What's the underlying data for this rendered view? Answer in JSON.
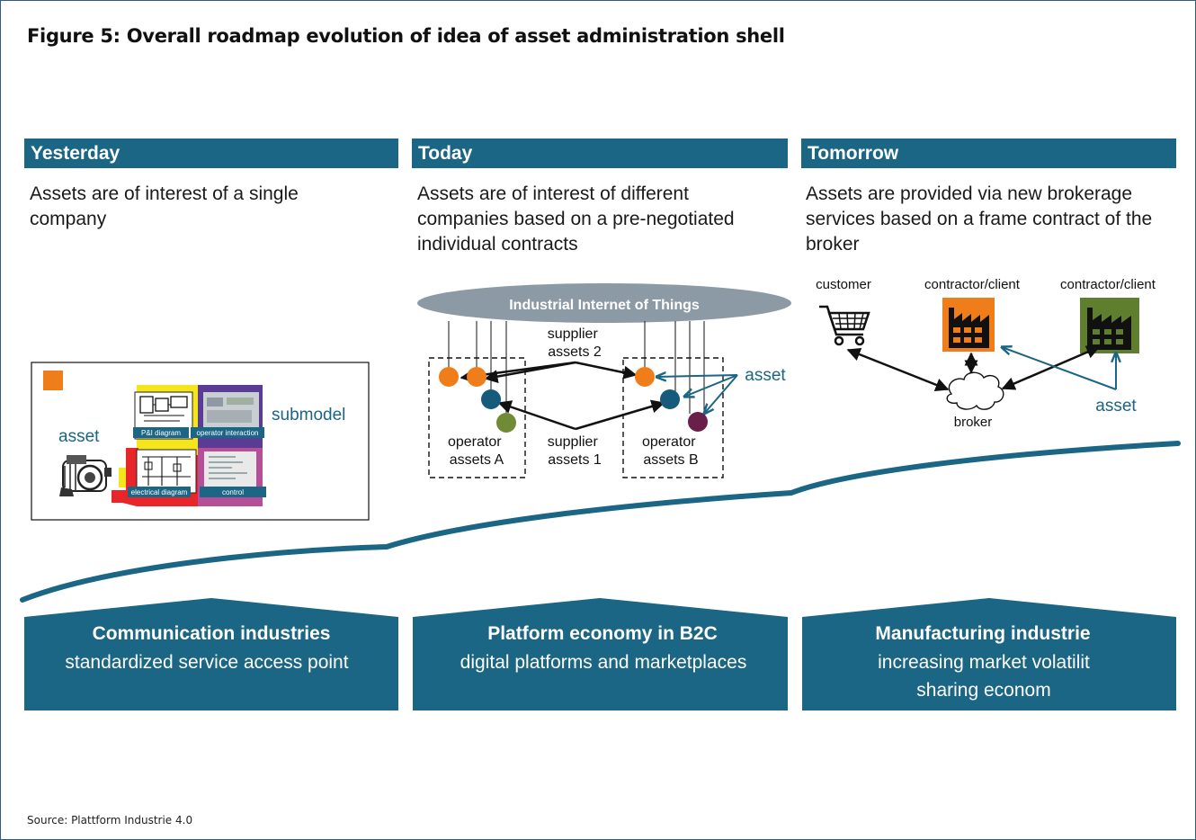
{
  "title": "Figure 5: Overall roadmap evolution of idea of asset administration shell",
  "source": "Source: Plattform Industrie 4.0",
  "colors": {
    "accent": "#1b6585",
    "orange": "#ef7d1a",
    "green": "#5f7f2e",
    "darkblue": "#165a7c",
    "purple": "#6a1f4a",
    "cloud_gray": "#8c9aa5"
  },
  "eras": [
    {
      "label": "Yesterday",
      "description": "Assets are of interest of a single company"
    },
    {
      "label": "Today",
      "description": "Assets are of interest of different companies based on a pre-negotiated individual contracts"
    },
    {
      "label": "Tomorrow",
      "description": "Assets are provided via new brokerage services based on a frame contract of the broker"
    }
  ],
  "yesterday_diagram": {
    "asset_label": "asset",
    "submodel_label": "submodel",
    "tiles": [
      "P&I diagram",
      "operator interaction",
      "electrical diagram",
      "control"
    ]
  },
  "today_diagram": {
    "network_label": "Industrial Internet of Things",
    "supplier_assets_2": "supplier\nassets 2",
    "supplier_assets_1": "supplier\nassets 1",
    "operator_assets_a": "operator\nassets A",
    "operator_assets_b": "operator\nassets B",
    "asset_label": "asset"
  },
  "tomorrow_diagram": {
    "customer_label": "customer",
    "contractor_1_label": "contractor/client",
    "contractor_2_label": "contractor/client",
    "broker_label": "broker",
    "asset_label": "asset"
  },
  "industries": [
    {
      "heading": "Communication industries",
      "lines": [
        "standardized service access point"
      ]
    },
    {
      "heading": "Platform economy in B2C",
      "lines": [
        "digital platforms and marketplaces"
      ]
    },
    {
      "heading": "Manufacturing industrie",
      "lines": [
        "increasing market volatilit",
        "sharing econom"
      ]
    }
  ],
  "icons": [
    "shopping-cart-icon",
    "factory-icon",
    "cloud-icon",
    "motor-icon"
  ]
}
